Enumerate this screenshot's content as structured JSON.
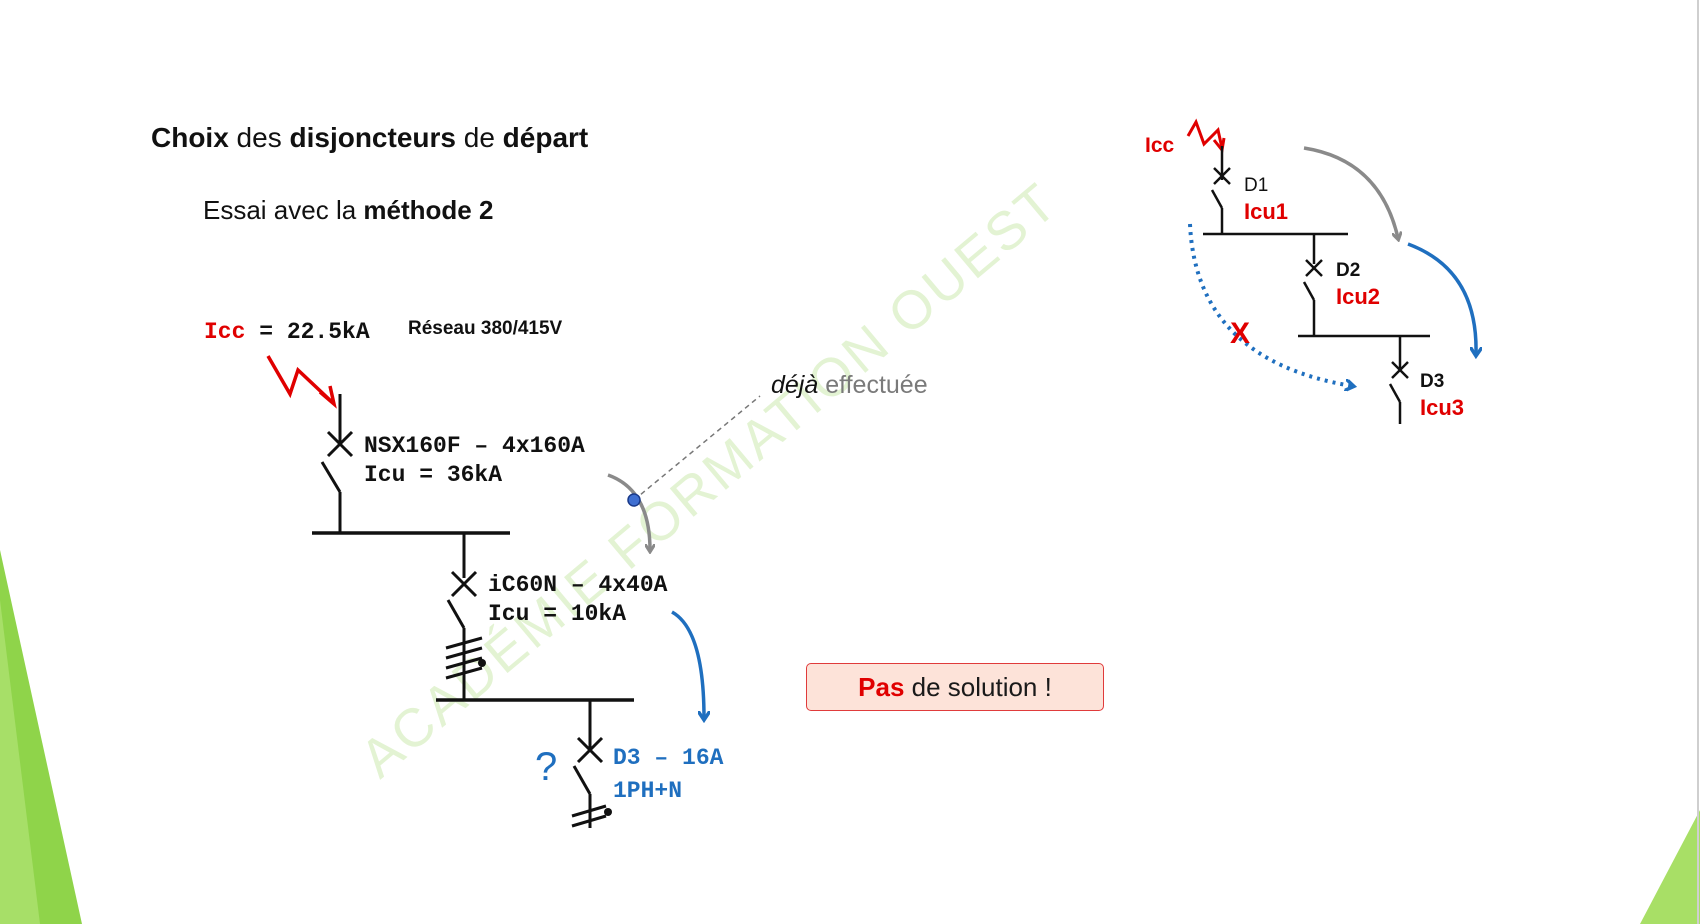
{
  "title": {
    "w1": "Choix",
    "w2": " des ",
    "w3": "disjoncteurs",
    "w4": " de ",
    "w5": "départ"
  },
  "subtitle": {
    "normal": "Essai avec la ",
    "bold": "méthode 2"
  },
  "supply": {
    "icc_label": "Icc",
    "icc_value": " = 22.5kA",
    "network": "Réseau 380/415V"
  },
  "breakers": {
    "b1": {
      "line1": "NSX160F – 4x160A",
      "line2": "Icu = 36kA"
    },
    "b2": {
      "line1": "iC60N – 4x40A",
      "line2": "Icu = 10kA"
    },
    "b3": {
      "line1": "D3 – 16A",
      "line2": "1PH+N",
      "question": "?"
    }
  },
  "annotation": {
    "italic": "déjà",
    "rest": " effectuée"
  },
  "callout": {
    "bold": "Pas",
    "rest": " de solution !"
  },
  "mini": {
    "icc": "Icc",
    "d1": "D1",
    "icu1": "Icu1",
    "d2": "D2",
    "icu2": "Icu2",
    "d3": "D3",
    "icu3": "Icu3",
    "cross": "X"
  },
  "watermark": "ACADÉMIE FORMATION OUEST",
  "colors": {
    "red": "#e00000",
    "blue": "#1f6fbf",
    "gray": "#8a8a8a",
    "green": "#7fcf3a",
    "callout_bg": "#fde3d9"
  }
}
